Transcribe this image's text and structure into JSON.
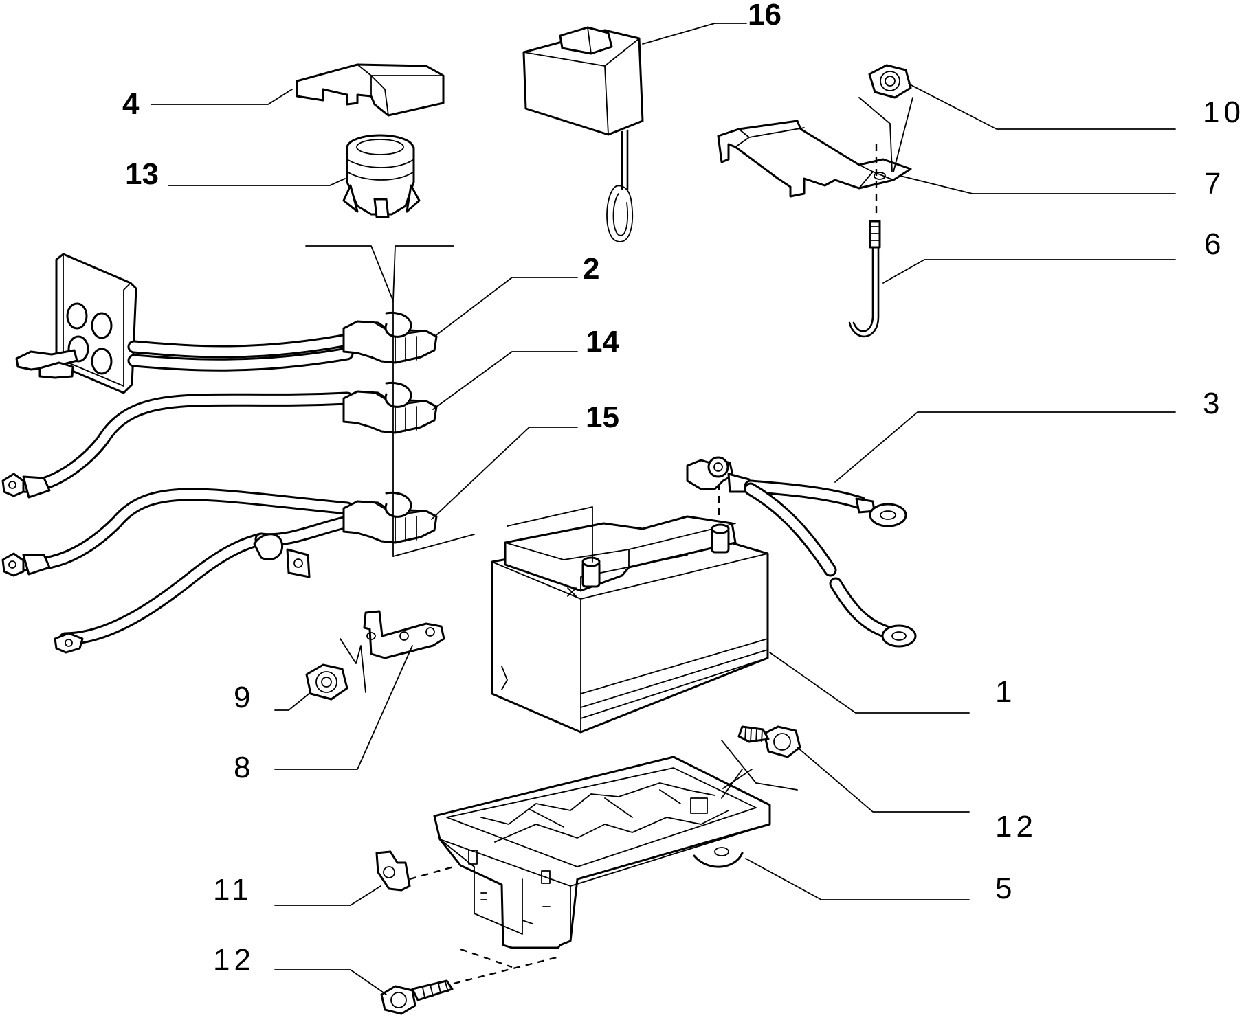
{
  "callouts": [
    {
      "id": "c16",
      "label": "16"
    },
    {
      "id": "c4",
      "label": "4"
    },
    {
      "id": "c13",
      "label": "13"
    },
    {
      "id": "c10",
      "label": "10"
    },
    {
      "id": "c7",
      "label": "7"
    },
    {
      "id": "c6",
      "label": "6"
    },
    {
      "id": "c2",
      "label": "2"
    },
    {
      "id": "c14",
      "label": "14"
    },
    {
      "id": "c15",
      "label": "15"
    },
    {
      "id": "c3",
      "label": "3"
    },
    {
      "id": "c1",
      "label": "1"
    },
    {
      "id": "c9",
      "label": "9"
    },
    {
      "id": "c8",
      "label": "8"
    },
    {
      "id": "c12a",
      "label": "12"
    },
    {
      "id": "c5",
      "label": "5"
    },
    {
      "id": "c11",
      "label": "11"
    },
    {
      "id": "c12b",
      "label": "12"
    }
  ]
}
